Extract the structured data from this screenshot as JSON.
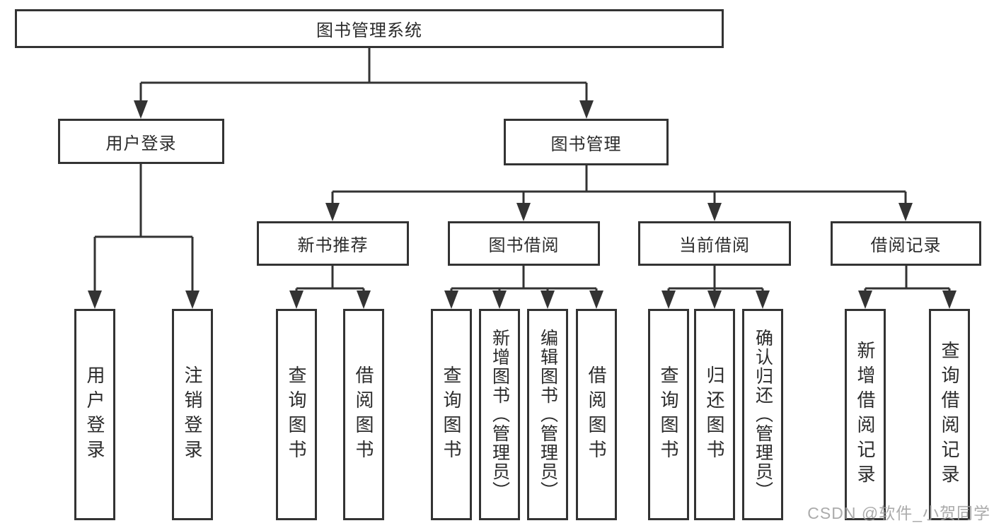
{
  "diagram": {
    "title": "图书管理系统",
    "branches": [
      {
        "label": "用户登录",
        "children": [
          {
            "label": "用户登录"
          },
          {
            "label": "注销登录"
          }
        ]
      },
      {
        "label": "图书管理",
        "groups": [
          {
            "label": "新书推荐",
            "children": [
              {
                "label": "查询图书"
              },
              {
                "label": "借阅图书"
              }
            ]
          },
          {
            "label": "图书借阅",
            "children": [
              {
                "label": "查询图书"
              },
              {
                "label": "新增图书（管理员）"
              },
              {
                "label": "编辑图书（管理员）"
              },
              {
                "label": "借阅图书"
              }
            ]
          },
          {
            "label": "当前借阅",
            "children": [
              {
                "label": "查询图书"
              },
              {
                "label": "归还图书"
              },
              {
                "label": "确认归还（管理员）"
              }
            ]
          },
          {
            "label": "借阅记录",
            "children": [
              {
                "label": "新增借阅记录"
              },
              {
                "label": "查询借阅记录"
              }
            ]
          }
        ]
      }
    ]
  },
  "watermark": {
    "text": "CSDN @软件_小贺同学"
  },
  "colors": {
    "line": "#333333",
    "text": "#2b2b2b",
    "background": "#ffffff",
    "watermark": "#a0a0a0"
  }
}
